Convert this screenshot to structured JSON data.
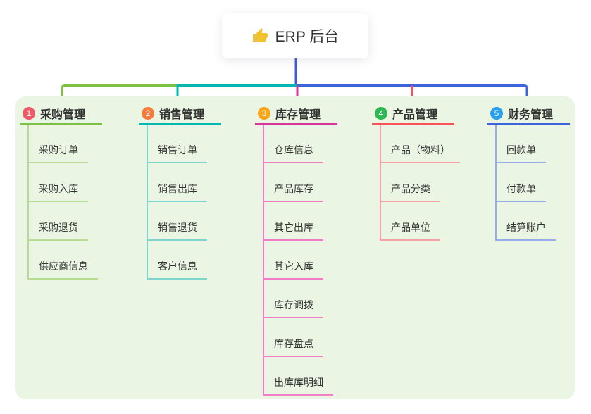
{
  "root": {
    "title": "ERP 后台",
    "icon": "thumbs-up",
    "icon_color": "#f2c12e"
  },
  "panel": {
    "bg": "#eaf6e3"
  },
  "connectors": {
    "center_stem": "#4459d6",
    "branch_purchase": "#7cc142",
    "branch_sales": "#00b8b0",
    "branch_inventory": "#d6369f",
    "branch_product": "#f5525a",
    "branch_finance": "#3c64dc"
  },
  "columns": [
    {
      "number": "1",
      "title": "采购管理",
      "colors": {
        "badge": "#ee5b68",
        "header_line": "#7cc142",
        "item_line": "#b6db92"
      },
      "items": [
        "采购订单",
        "采购入库",
        "采购退货",
        "供应商信息"
      ]
    },
    {
      "number": "2",
      "title": "销售管理",
      "colors": {
        "badge": "#f67c3c",
        "header_line": "#00b8b0",
        "item_line": "#7fd4cc"
      },
      "items": [
        "销售订单",
        "销售出库",
        "销售退货",
        "客户信息"
      ]
    },
    {
      "number": "3",
      "title": "库存管理",
      "colors": {
        "badge": "#f9a61b",
        "header_line": "#d6369f",
        "item_line": "#f07ec6"
      },
      "items": [
        "仓库信息",
        "产品库存",
        "其它出库",
        "其它入库",
        "库存调拨",
        "库存盘点",
        "出库库明细"
      ]
    },
    {
      "number": "4",
      "title": "产品管理",
      "colors": {
        "badge": "#2eb853",
        "header_line": "#f5525a",
        "item_line": "#f9a1a5"
      },
      "items": [
        "产品（物料）",
        "产品分类",
        "产品单位"
      ]
    },
    {
      "number": "5",
      "title": "财务管理",
      "colors": {
        "badge": "#2b9fe9",
        "header_line": "#3c64dc",
        "item_line": "#97aced"
      },
      "items": [
        "回款单",
        "付款单",
        "结算账户"
      ]
    }
  ]
}
